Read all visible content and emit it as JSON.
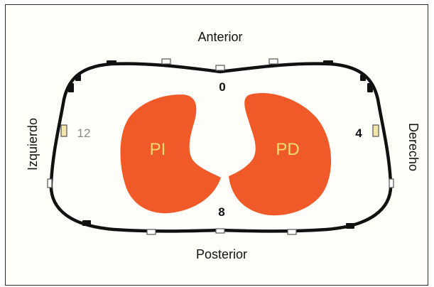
{
  "diagram": {
    "labels": {
      "top": "Anterior",
      "bottom": "Posterior",
      "left": "Izquierdo",
      "right": "Derecho"
    },
    "electrodes": {
      "top": "0",
      "bottom": "8",
      "left": "12",
      "right": "4"
    },
    "lungs": {
      "left": "PI",
      "right": "PD"
    },
    "colors": {
      "lung_fill": "#f05a28",
      "lung_text": "#f7dc6f",
      "outline": "#111111",
      "background": "#fefdf7",
      "electrode_highlight": "#f3e6a8"
    }
  }
}
